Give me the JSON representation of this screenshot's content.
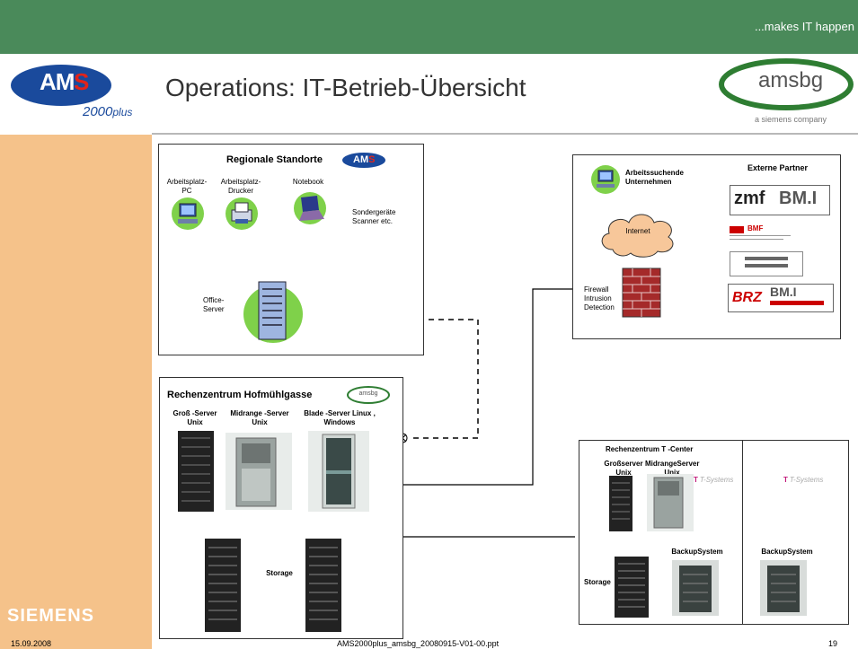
{
  "header": {
    "tagline": "...makes IT happen",
    "title": "Operations: IT-Betrieb-Übersicht",
    "ams_logo": {
      "main": "AMS",
      "sub": "2000plus"
    },
    "amsbg_logo": {
      "name": "amsbg",
      "sub": "a siemens company"
    }
  },
  "footer": {
    "date": "15.09.2008",
    "filename": "AMS2000plus_amsbg_20080915-V01-00.ppt",
    "page": "19",
    "siemens": "SIEMENS"
  },
  "regional": {
    "title": "Regionale Standorte",
    "pc": "Arbeitsplatz-PC",
    "printer": "Arbeitsplatz-Drucker",
    "notebook": "Notebook",
    "special": "Sondergeräte Scanner etc.",
    "office_server": "Office-Server"
  },
  "external": {
    "seekers": "Arbeitssuchende Unternehmen",
    "partners_title": "Externe Partner",
    "internet": "Internet",
    "firewall": "Firewall Intrusion Detection",
    "partner_logos": [
      "zmf",
      "BM.I",
      "BMF",
      "BRZ"
    ]
  },
  "hofmuehl": {
    "title": "Rechenzentrum Hofmühlgasse",
    "big_server": "Groß -Server Unix",
    "mid_server": "Midrange -Server Unix",
    "blade_server": "Blade -Server Linux , Windows",
    "storage": "Storage"
  },
  "tcenter": {
    "title": "Rechenzentrum T -Center",
    "big_server": "Großserver Unix",
    "mid_server": "MidrangeServer Unix",
    "backup1": "BackupSystem",
    "backup2": "BackupSystem",
    "storage": "Storage",
    "tsystems": "T-Systems"
  },
  "colors": {
    "topbar": "#4a8a5a",
    "left_band": "#f5c28a",
    "ams_blue": "#1a4a9c",
    "ams_red": "#e2231a",
    "amsbg_green": "#2e7d32"
  }
}
